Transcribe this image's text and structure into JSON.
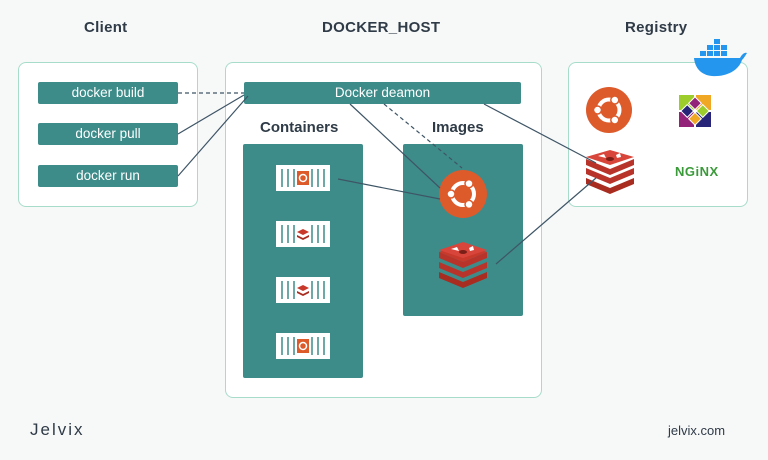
{
  "titles": {
    "client": "Client",
    "host": "DOCKER_HOST",
    "registry": "Registry"
  },
  "client": {
    "commands": [
      "docker build",
      "docker pull",
      "docker run"
    ]
  },
  "host": {
    "daemon": "Docker deamon",
    "containers": "Containers",
    "images": "Images"
  },
  "registry": {
    "nginx": "NGiNX"
  },
  "footer": {
    "brand": "Jelvix",
    "site": "jelvix.com"
  },
  "colors": {
    "teal": "#3d8c8a",
    "mint": "#a7dccb",
    "ubuntu": "#dd5a2b",
    "redis": "#c8392b",
    "docker": "#2496ed"
  }
}
